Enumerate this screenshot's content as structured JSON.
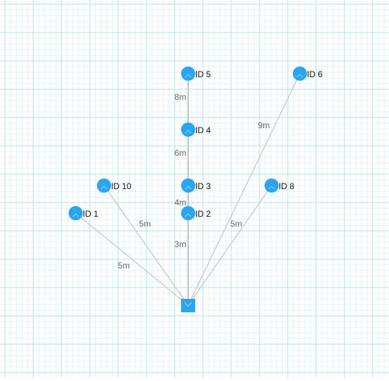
{
  "colors": {
    "grid_minor": "#d7f0f3",
    "grid_major": "#b4e0e6",
    "node_fill": "#2aa5f2",
    "edge": "#c4c4c4",
    "edge_center": "#b8b8b8",
    "marker": "#a8ccec",
    "label": "#111111",
    "edge_label": "#666666"
  },
  "origin": {
    "id": "gateway",
    "shape": "square"
  },
  "nodes": [
    {
      "id": "n1",
      "label": "ID 1"
    },
    {
      "id": "n2",
      "label": "ID 2"
    },
    {
      "id": "n3",
      "label": "ID 3"
    },
    {
      "id": "n4",
      "label": "ID 4"
    },
    {
      "id": "n5",
      "label": "ID 5"
    },
    {
      "id": "n6",
      "label": "ID 6"
    },
    {
      "id": "n8",
      "label": "ID 8"
    },
    {
      "id": "n10",
      "label": "ID 10"
    }
  ],
  "edges": [
    {
      "from": "gateway",
      "to": "n1",
      "label": "5m"
    },
    {
      "from": "gateway",
      "to": "n10",
      "label": "5m"
    },
    {
      "from": "gateway",
      "to": "n2",
      "label": "3m"
    },
    {
      "from": "n2",
      "to": "n3",
      "label": "4m"
    },
    {
      "from": "n3",
      "to": "n4",
      "label": "6m"
    },
    {
      "from": "n4",
      "to": "n5",
      "label": "8m"
    },
    {
      "from": "gateway",
      "to": "n8",
      "label": "5m"
    },
    {
      "from": "gateway",
      "to": "n6",
      "label": "9m"
    }
  ]
}
